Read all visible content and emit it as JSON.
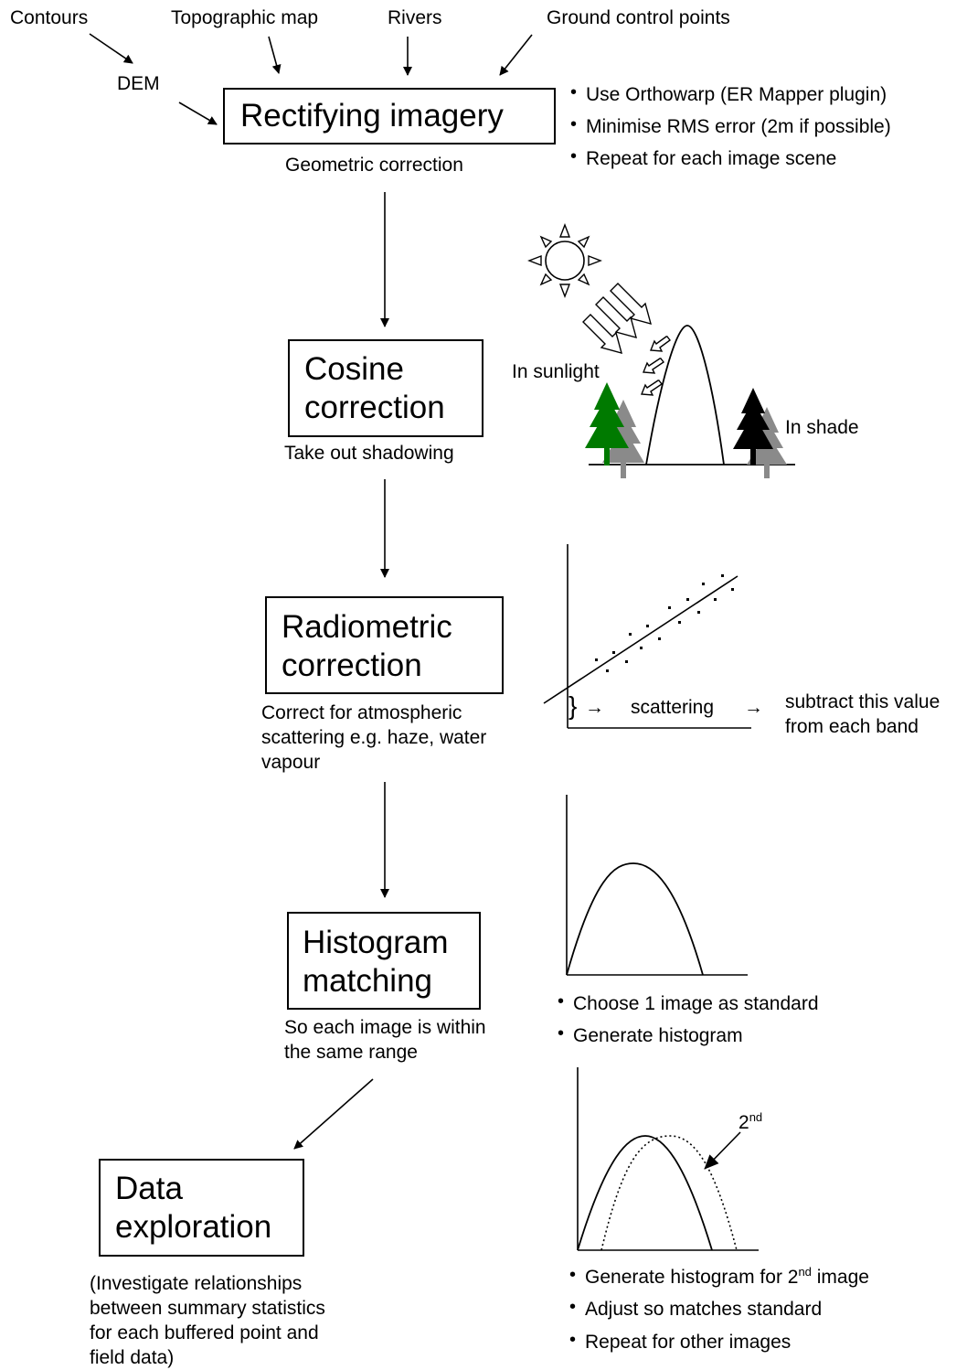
{
  "inputs": {
    "contours": "Contours",
    "topographic_map": "Topographic map",
    "rivers": "Rivers",
    "ground_control_points": "Ground control points",
    "dem": "DEM"
  },
  "steps": [
    {
      "title_lines": [
        "Rectifying imagery"
      ],
      "caption_lines": [
        "Geometric correction"
      ],
      "bullets": [
        "Use Orthowarp (ER Mapper plugin)",
        "Minimise RMS error (2m if possible)",
        "Repeat for each image scene"
      ]
    },
    {
      "title_lines": [
        "Cosine",
        "correction"
      ],
      "caption_lines": [
        "Take out shadowing"
      ],
      "labels": {
        "in_sunlight": "In sunlight",
        "in_shade": "In shade"
      }
    },
    {
      "title_lines": [
        "Radiometric",
        "correction"
      ],
      "caption_lines": [
        "Correct for atmospheric",
        "scattering e.g. haze, water",
        "vapour"
      ],
      "labels": {
        "brace": "}",
        "arrow1": "→",
        "scattering": "scattering",
        "arrow2": "→",
        "subtract_lines": [
          "subtract this value",
          "from each band"
        ]
      }
    },
    {
      "title_lines": [
        "Histogram",
        "matching"
      ],
      "caption_lines": [
        "So each image is within",
        "the same range"
      ],
      "bullets": [
        "Choose 1 image as standard",
        "Generate histogram"
      ],
      "labels": {
        "second_base": "2",
        "second_sup": "nd",
        "bullets2": [
          {
            "pre": "Generate histogram for 2",
            "sup": "nd",
            "post": " image"
          },
          {
            "text": "Adjust so matches standard"
          },
          {
            "text": "Repeat for other images"
          }
        ]
      }
    },
    {
      "title_lines": [
        "Data",
        "exploration"
      ],
      "caption_lines": [
        "(Investigate relationships",
        "between summary statistics",
        "for each buffered point and",
        "field data)"
      ]
    }
  ],
  "colors": {
    "tree_green": "#007a00",
    "tree_gray": "#8a8a8a",
    "tree_black": "#000000",
    "line": "#000000"
  },
  "icons": [
    "sun-icon",
    "sunlight-ray-arrow-icon",
    "tree-icon",
    "hill-icon"
  ]
}
